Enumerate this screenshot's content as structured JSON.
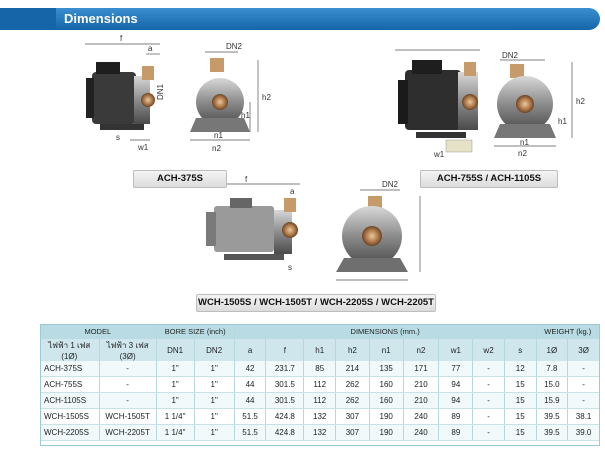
{
  "banner": {
    "title": "Dimensions"
  },
  "captions": {
    "ach375": "ACH-375S",
    "ach755": "ACH-755S / ACH-1105S",
    "wch": "WCH-1505S / WCH-1505T / WCH-2205S / WCH-2205T"
  },
  "dim_labels": {
    "f": "f",
    "a": "a",
    "dn1": "DN1",
    "dn2": "DN2",
    "h1": "h1",
    "h2": "h2",
    "n1": "n1",
    "n2": "n2",
    "w1": "w1",
    "s": "s"
  },
  "table": {
    "header1": {
      "model": "MODEL",
      "bore": "BORE SIZE (inch)",
      "dims": "DIMENSIONS (mm.)",
      "weight": "WEIGHT (kg.)"
    },
    "header2": [
      "ไฟฟ้า 1 เฟส (1Ø)",
      "ไฟฟ้า 3 เฟส (3Ø)",
      "DN1",
      "DN2",
      "a",
      "f",
      "h1",
      "h2",
      "n1",
      "n2",
      "w1",
      "w2",
      "s",
      "1Ø",
      "3Ø"
    ],
    "rows": [
      [
        "ACH-375S",
        "-",
        "1\"",
        "1\"",
        "42",
        "231.7",
        "85",
        "214",
        "135",
        "171",
        "77",
        "-",
        "12",
        "7.8",
        "-"
      ],
      [
        "ACH-755S",
        "-",
        "1\"",
        "1\"",
        "44",
        "301.5",
        "112",
        "262",
        "160",
        "210",
        "94",
        "-",
        "15",
        "15.0",
        "-"
      ],
      [
        "ACH-1105S",
        "-",
        "1\"",
        "1\"",
        "44",
        "301.5",
        "112",
        "262",
        "160",
        "210",
        "94",
        "-",
        "15",
        "15.9",
        "-"
      ],
      [
        "WCH-1505S",
        "WCH-1505T",
        "1 1/4\"",
        "1\"",
        "51.5",
        "424.8",
        "132",
        "307",
        "190",
        "240",
        "89",
        "-",
        "15",
        "39.5",
        "38.1"
      ],
      [
        "WCH-2205S",
        "WCH-2205T",
        "1 1/4\"",
        "1\"",
        "51.5",
        "424.8",
        "132",
        "307",
        "190",
        "240",
        "89",
        "-",
        "15",
        "39.5",
        "39.0"
      ]
    ]
  }
}
